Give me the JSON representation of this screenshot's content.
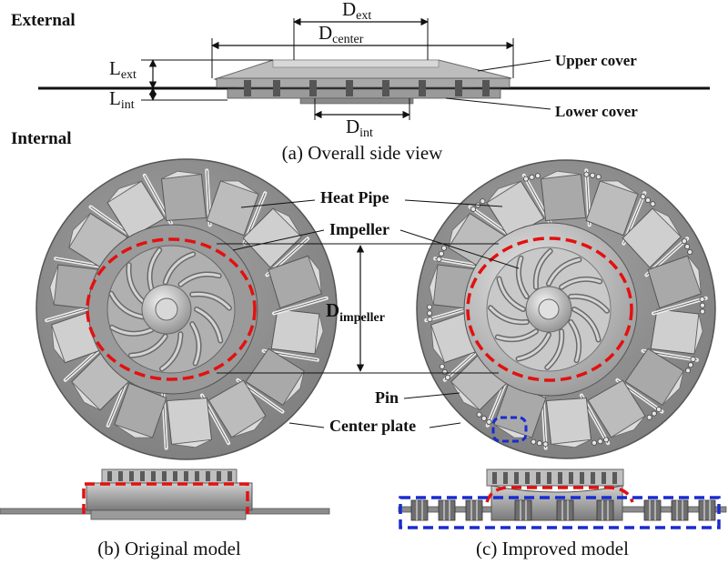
{
  "labels": {
    "external": "External",
    "internal": "Internal",
    "upper_cover": "Upper cover",
    "lower_cover": "Lower cover",
    "heat_pipe": "Heat Pipe",
    "impeller": "Impeller",
    "pin": "Pin",
    "center_plate": "Center plate"
  },
  "dims": {
    "d_ext": {
      "main": "D",
      "sub": "ext"
    },
    "d_center": {
      "main": "D",
      "sub": "center"
    },
    "l_ext": {
      "main": "L",
      "sub": "ext"
    },
    "l_int": {
      "main": "L",
      "sub": "int"
    },
    "d_int": {
      "main": "D",
      "sub": "int"
    },
    "d_impeller": {
      "main": "D",
      "sub": "impeller"
    }
  },
  "captions": {
    "a": "(a) Overall side view",
    "b": "(b) Original model",
    "c": "(c) Improved model"
  },
  "colors": {
    "external_text": "#1a1ad0",
    "internal_text": "#e01010",
    "red_dash": "#e31010",
    "blue_dash": "#1a2bd0",
    "body_gray": "#8c8c8c"
  }
}
